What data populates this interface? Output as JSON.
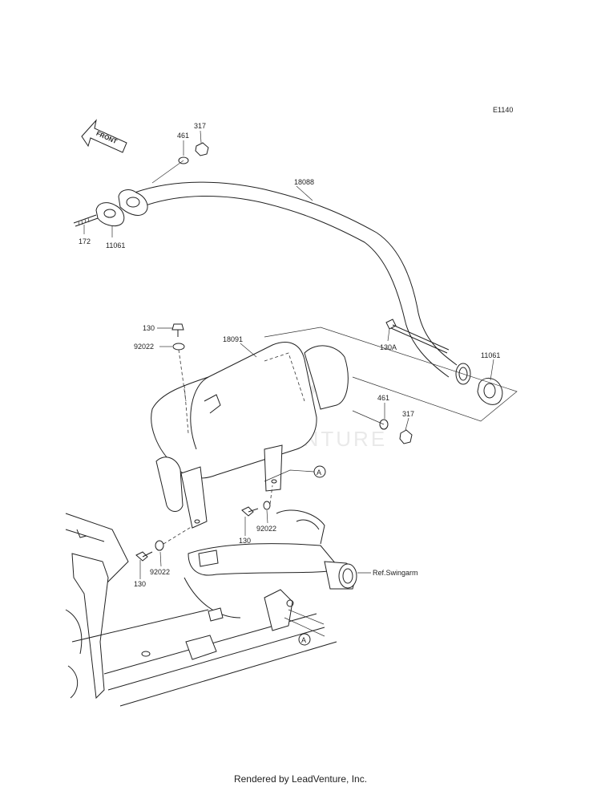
{
  "diagram_code": "E1140",
  "front_label": "FRONT",
  "watermark": "LEADVENTURE",
  "ref_label": "Ref.Swingarm",
  "callout_letter": "A",
  "parts": {
    "p461_top": "461",
    "p317_top": "317",
    "p18088": "18088",
    "p172": "172",
    "p11061_left": "11061",
    "p130_top": "130",
    "p92022_top": "92022",
    "p18091": "18091",
    "p130A": "130A",
    "p11061_right": "11061",
    "p461_right": "461",
    "p317_right": "317",
    "p130_mid": "130",
    "p92022_mid": "92022",
    "p130_low": "130",
    "p92022_low": "92022"
  },
  "footer": "Rendered by LeadVenture, Inc."
}
